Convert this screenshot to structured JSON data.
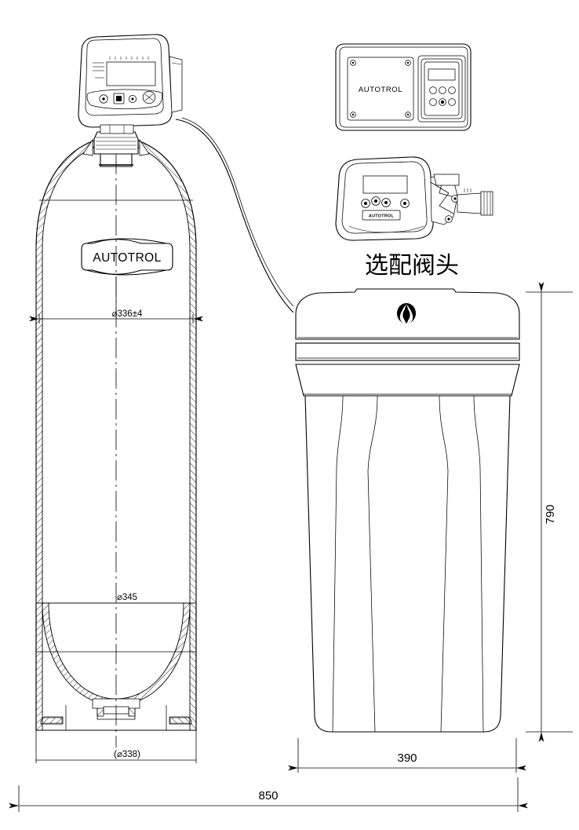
{
  "drawing": {
    "type": "engineering-dimensioned-assembly-drawing",
    "subject": "water softener system: resin pressure tank with control valve and brine tank",
    "background_color": "#ffffff",
    "line_color": "#000000"
  },
  "labels": {
    "tank_badge": "AUTOTROL",
    "inset_panel_brand": "AUTOTROL",
    "inset_valve_brand": "AUTOTROL",
    "optional_valve_caption": "选配阀头"
  },
  "dimensions": {
    "tank_shell_diameter": "⌀336±4",
    "tank_inner_diameter": "⌀345",
    "tank_base_diameter": "(⌀338)",
    "brine_tank_height": "790",
    "brine_tank_width": "390",
    "overall_width": "850"
  },
  "insets": [
    {
      "name": "controller-faceplate",
      "brand": "AUTOTROL",
      "keypad_buttons": 6,
      "has_lcd": true,
      "corner_screws": 4
    },
    {
      "name": "optional-valve-head",
      "brand": "AUTOTROL",
      "keypad_buttons": 4,
      "has_lcd": true,
      "caption": "选配阀头"
    }
  ],
  "components": {
    "pressure_tank": "cross-sectioned resin tank with domed top, dished bottom and base skirt",
    "control_head": "electronic control valve mounted on tank neck",
    "brine_line": "flexible tube from control head to brine tank",
    "brine_tank": "tapered salt tank with hinged lid and drop emblem"
  }
}
